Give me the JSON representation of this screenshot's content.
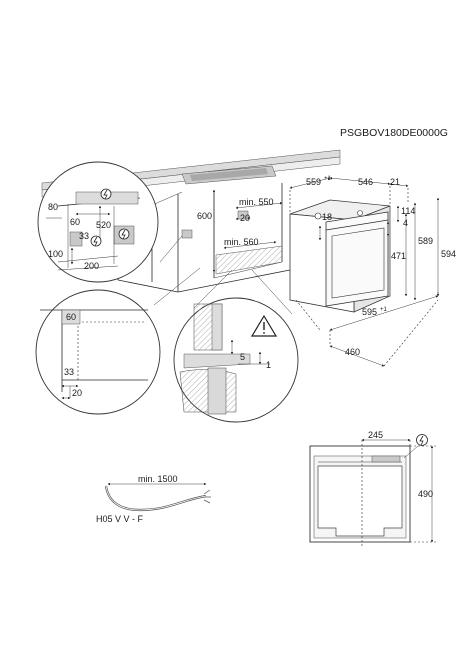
{
  "code": "PSGBOV180DE0000G",
  "dims": {
    "d559": "559",
    "d559_sup": "+1",
    "d546": "546",
    "d21": "21",
    "d114": "114",
    "d4": "4",
    "d18": "18",
    "d589": "589",
    "d594": "594",
    "d471": "471",
    "d595": "595",
    "d595_sup": "+1",
    "d460": "460",
    "d600": "600",
    "min550": "min. 550",
    "d20a": "20",
    "min560": "min. 560",
    "d80": "80",
    "d60a": "60",
    "d520": "520",
    "d33a": "33",
    "d100": "100",
    "d200": "200",
    "d60b": "60",
    "d33b": "33",
    "d20b": "20",
    "d5": "5",
    "d1": "1",
    "d245": "245",
    "d490": "490"
  },
  "cable": {
    "min_length": "min. 1500",
    "type": "H05 V V - F"
  },
  "icons": [
    "electric-plug-icon",
    "warning-icon"
  ]
}
